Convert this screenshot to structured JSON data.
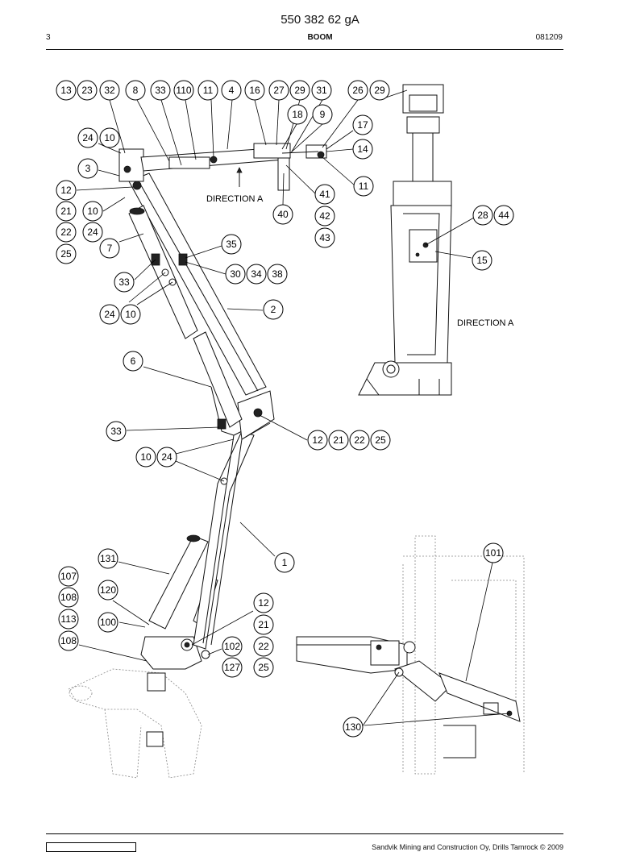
{
  "header": {
    "doc_number": "550 382 62 gA",
    "page_number": "3",
    "section_title": "BOOM",
    "date_code": "081209"
  },
  "view_labels": {
    "direction_a_top": "DIRECTION A",
    "direction_a_side": "DIRECTION A"
  },
  "footer": {
    "copyright": "Sandvik Mining and Construction Oy, Drills Tamrock © 2009"
  },
  "callouts": [
    {
      "id": "c-13-top",
      "label": "13"
    },
    {
      "id": "c-23-top",
      "label": "23"
    },
    {
      "id": "c-32-top",
      "label": "32"
    },
    {
      "id": "c-8-top",
      "label": "8"
    },
    {
      "id": "c-33-top",
      "label": "33"
    },
    {
      "id": "c-110-top",
      "label": "110"
    },
    {
      "id": "c-11-top",
      "label": "11"
    },
    {
      "id": "c-4-top",
      "label": "4"
    },
    {
      "id": "c-16-top",
      "label": "16"
    },
    {
      "id": "c-27-top",
      "label": "27"
    },
    {
      "id": "c-29-top",
      "label": "29"
    },
    {
      "id": "c-31-top",
      "label": "31"
    },
    {
      "id": "c-26-top",
      "label": "26"
    },
    {
      "id": "c-29-top-b",
      "label": "29"
    },
    {
      "id": "c-18",
      "label": "18"
    },
    {
      "id": "c-9",
      "label": "9"
    },
    {
      "id": "c-17",
      "label": "17"
    },
    {
      "id": "c-14",
      "label": "14"
    },
    {
      "id": "c-11-right",
      "label": "11"
    },
    {
      "id": "c-24-left",
      "label": "24"
    },
    {
      "id": "c-10-left",
      "label": "10"
    },
    {
      "id": "c-3",
      "label": "3"
    },
    {
      "id": "c-12-left",
      "label": "12"
    },
    {
      "id": "c-21-left",
      "label": "21"
    },
    {
      "id": "c-10-mid",
      "label": "10"
    },
    {
      "id": "c-22-left",
      "label": "22"
    },
    {
      "id": "c-24-mid",
      "label": "24"
    },
    {
      "id": "c-25-left",
      "label": "25"
    },
    {
      "id": "c-7",
      "label": "7"
    },
    {
      "id": "c-41",
      "label": "41"
    },
    {
      "id": "c-40",
      "label": "40"
    },
    {
      "id": "c-42",
      "label": "42"
    },
    {
      "id": "c-43",
      "label": "43"
    },
    {
      "id": "c-35",
      "label": "35"
    },
    {
      "id": "c-30",
      "label": "30"
    },
    {
      "id": "c-34",
      "label": "34"
    },
    {
      "id": "c-38",
      "label": "38"
    },
    {
      "id": "c-33-mid",
      "label": "33"
    },
    {
      "id": "c-24-low",
      "label": "24"
    },
    {
      "id": "c-10-low",
      "label": "10"
    },
    {
      "id": "c-2",
      "label": "2"
    },
    {
      "id": "c-6",
      "label": "6"
    },
    {
      "id": "c-33-lower",
      "label": "33"
    },
    {
      "id": "c-12-mid",
      "label": "12"
    },
    {
      "id": "c-21-mid",
      "label": "21"
    },
    {
      "id": "c-22-mid",
      "label": "22"
    },
    {
      "id": "c-25-mid",
      "label": "25"
    },
    {
      "id": "c-10-lower",
      "label": "10"
    },
    {
      "id": "c-24-lower",
      "label": "24"
    },
    {
      "id": "c-28",
      "label": "28"
    },
    {
      "id": "c-44",
      "label": "44"
    },
    {
      "id": "c-15",
      "label": "15"
    },
    {
      "id": "c-1",
      "label": "1"
    },
    {
      "id": "c-131",
      "label": "131"
    },
    {
      "id": "c-107",
      "label": "107"
    },
    {
      "id": "c-120",
      "label": "120"
    },
    {
      "id": "c-108-a",
      "label": "108"
    },
    {
      "id": "c-113",
      "label": "113"
    },
    {
      "id": "c-100",
      "label": "100"
    },
    {
      "id": "c-108-b",
      "label": "108"
    },
    {
      "id": "c-12-low",
      "label": "12"
    },
    {
      "id": "c-21-low",
      "label": "21"
    },
    {
      "id": "c-102",
      "label": "102"
    },
    {
      "id": "c-22-low",
      "label": "22"
    },
    {
      "id": "c-127",
      "label": "127"
    },
    {
      "id": "c-25-low",
      "label": "25"
    },
    {
      "id": "c-101",
      "label": "101"
    },
    {
      "id": "c-130",
      "label": "130"
    }
  ]
}
